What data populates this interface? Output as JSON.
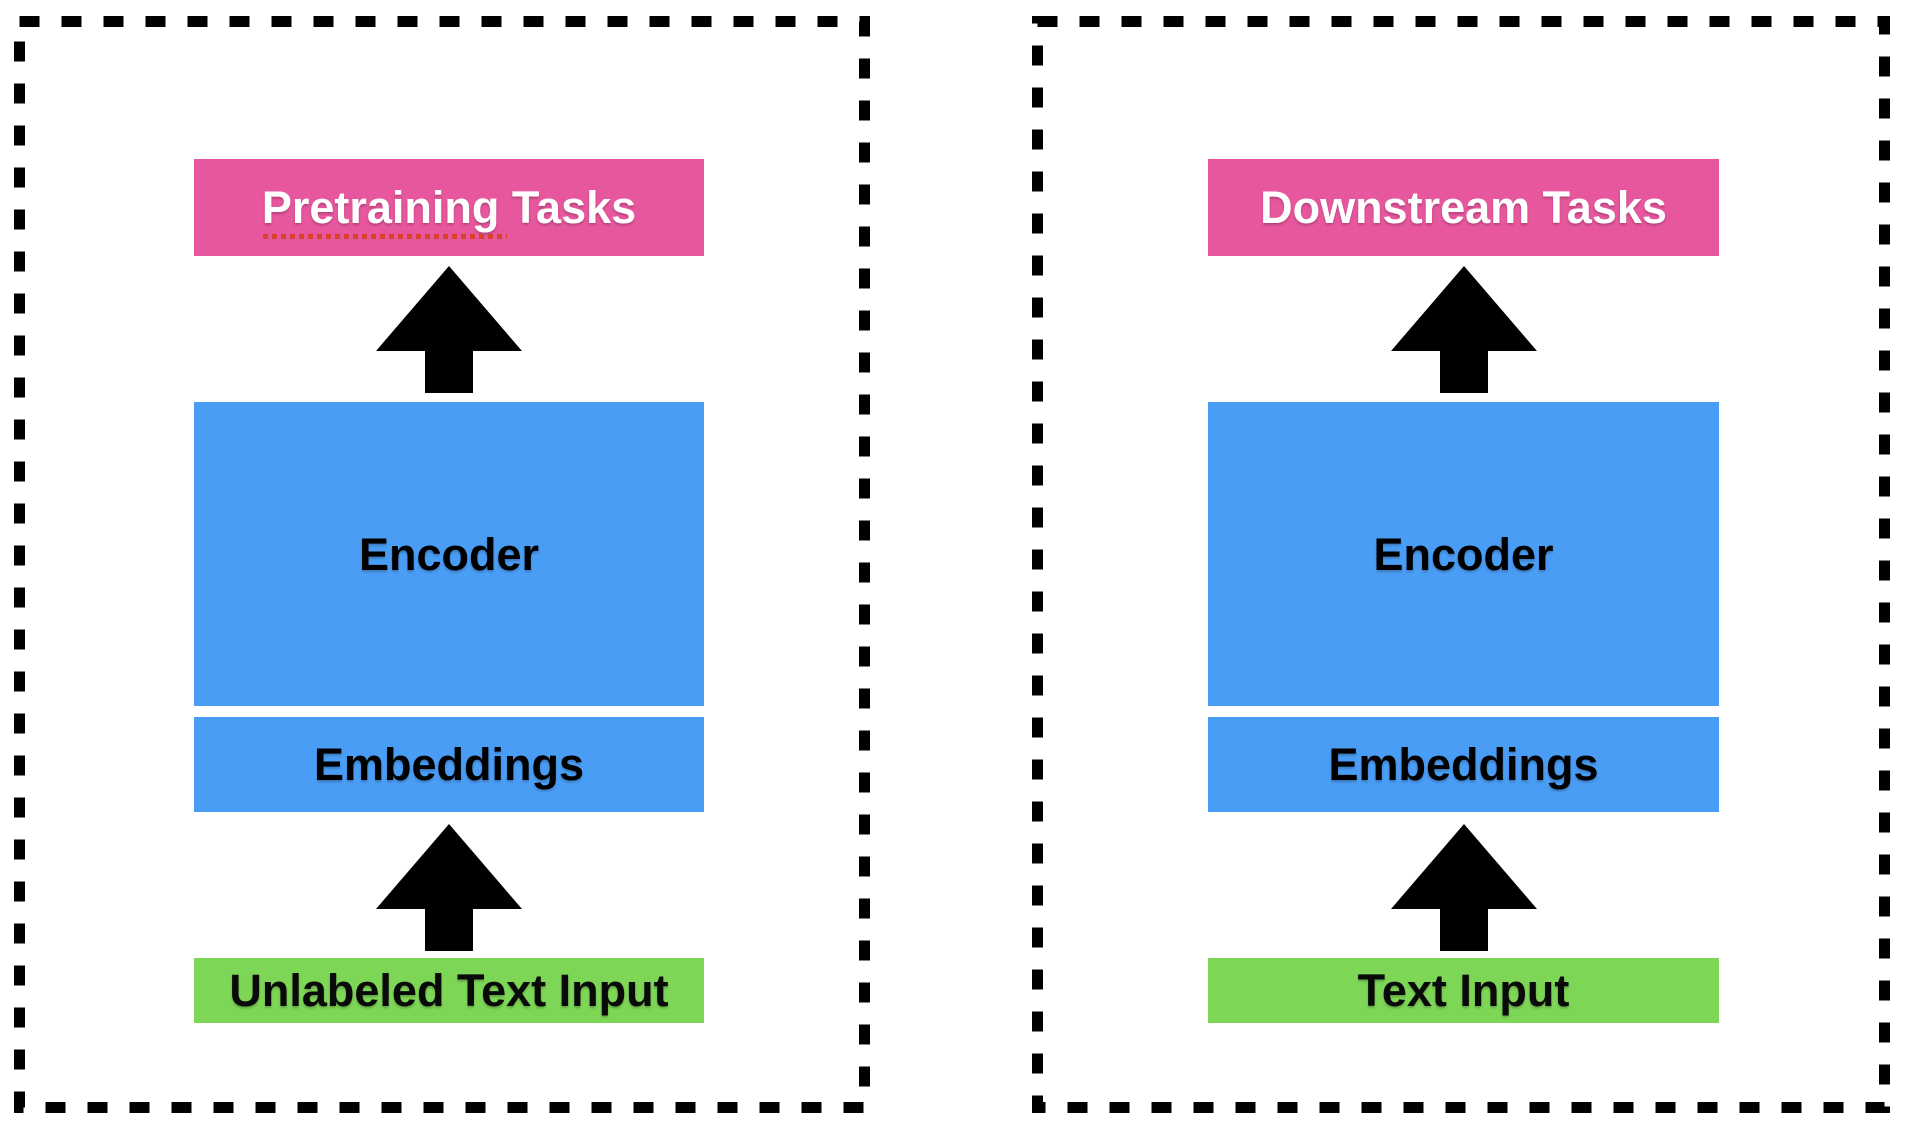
{
  "diagram": {
    "type": "flow-diagram",
    "panels": [
      {
        "name": "pretraining",
        "task": {
          "full_label": "Pretraining Tasks",
          "misspelled_word": "Pretraining",
          "rest": " Tasks"
        },
        "encoder_label": "Encoder",
        "embeddings_label": "Embeddings",
        "input_label": "Unlabeled Text Input"
      },
      {
        "name": "downstream",
        "task": {
          "full_label": "Downstream Tasks"
        },
        "encoder_label": "Encoder",
        "embeddings_label": "Embeddings",
        "input_label": "Text Input"
      }
    ],
    "icons": {
      "arrow": "up-arrow"
    },
    "colors": {
      "task": "#e7579d",
      "encoder": "#4a9df5",
      "input": "#7ed657",
      "arrow": "#000000",
      "border": "#000000",
      "spellcheck": "#d9412c"
    }
  }
}
